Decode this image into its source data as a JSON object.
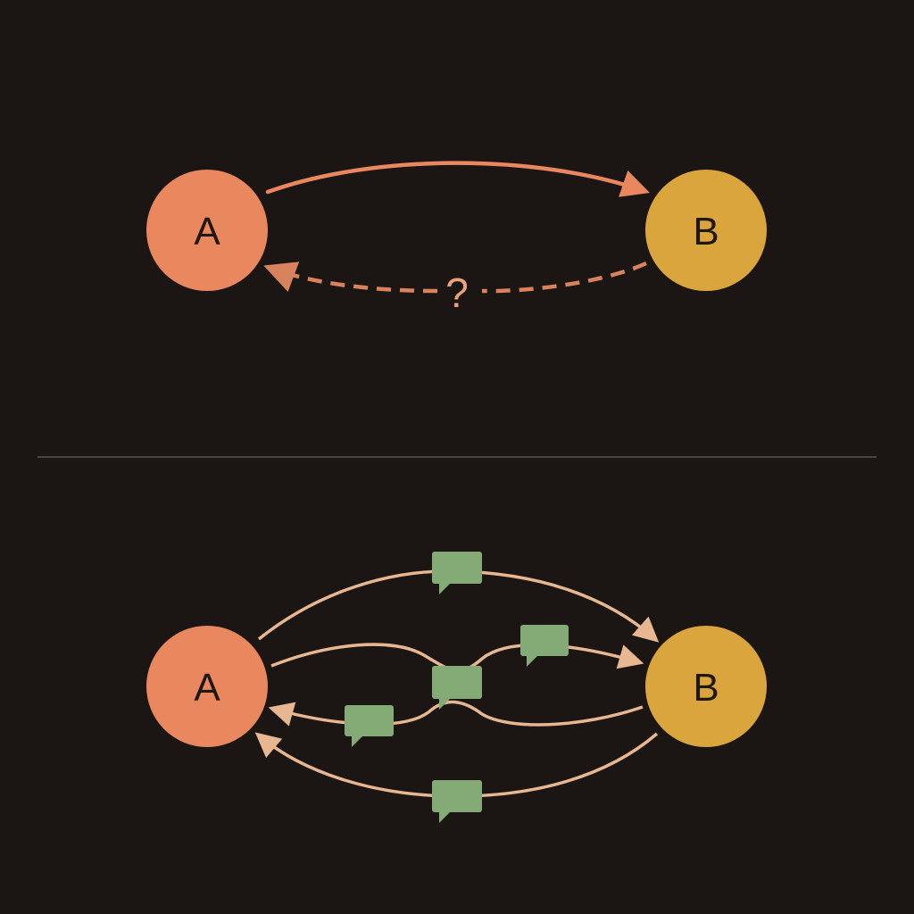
{
  "colors": {
    "background": "#1b1513",
    "node_a": "#e9875f",
    "node_b": "#d9a53c",
    "arrow_forward": "#e9875f",
    "arrow_dashed": "#d9825e",
    "arrow_light": "#e6b791",
    "message_bubble": "#84ab76",
    "divider": "#5a5450"
  },
  "top_panel": {
    "node_a_label": "A",
    "node_b_label": "B",
    "unknown_reply_label": "?"
  },
  "bottom_panel": {
    "node_a_label": "A",
    "node_b_label": "B",
    "message_icon": "speech-bubble-icon"
  }
}
